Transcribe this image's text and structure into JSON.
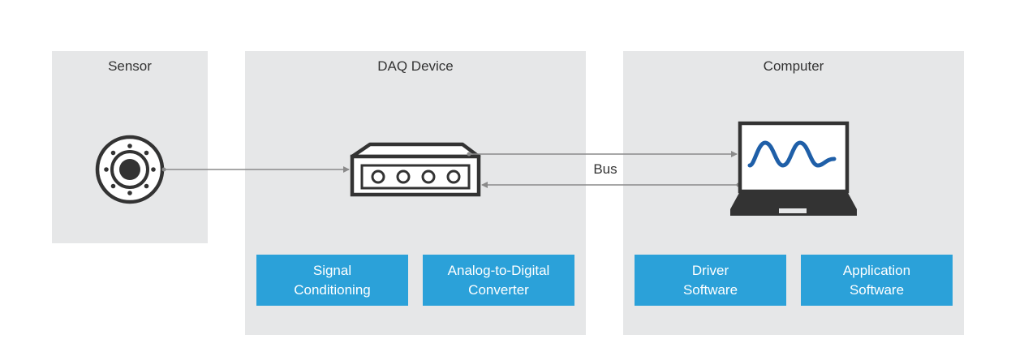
{
  "panels": {
    "sensor": {
      "title": "Sensor"
    },
    "daq": {
      "title": "DAQ Device",
      "modules": [
        {
          "line1": "Signal",
          "line2": "Conditioning"
        },
        {
          "line1": "Analog-to-Digital",
          "line2": "Converter"
        }
      ]
    },
    "computer": {
      "title": "Computer",
      "modules": [
        {
          "line1": "Driver",
          "line2": "Software"
        },
        {
          "line1": "Application",
          "line2": "Software"
        }
      ]
    }
  },
  "connections": {
    "bus_label": "Bus"
  },
  "icons": {
    "sensor": "sensor-icon",
    "daq": "daq-device-icon",
    "computer": "laptop-icon",
    "waveform": "waveform-icon"
  },
  "colors": {
    "panel_bg": "#e6e7e8",
    "module_bg": "#2ba1d9",
    "icon_dark": "#333333",
    "wave_blue": "#1f5fa8",
    "arrow": "#8a8a8a"
  }
}
